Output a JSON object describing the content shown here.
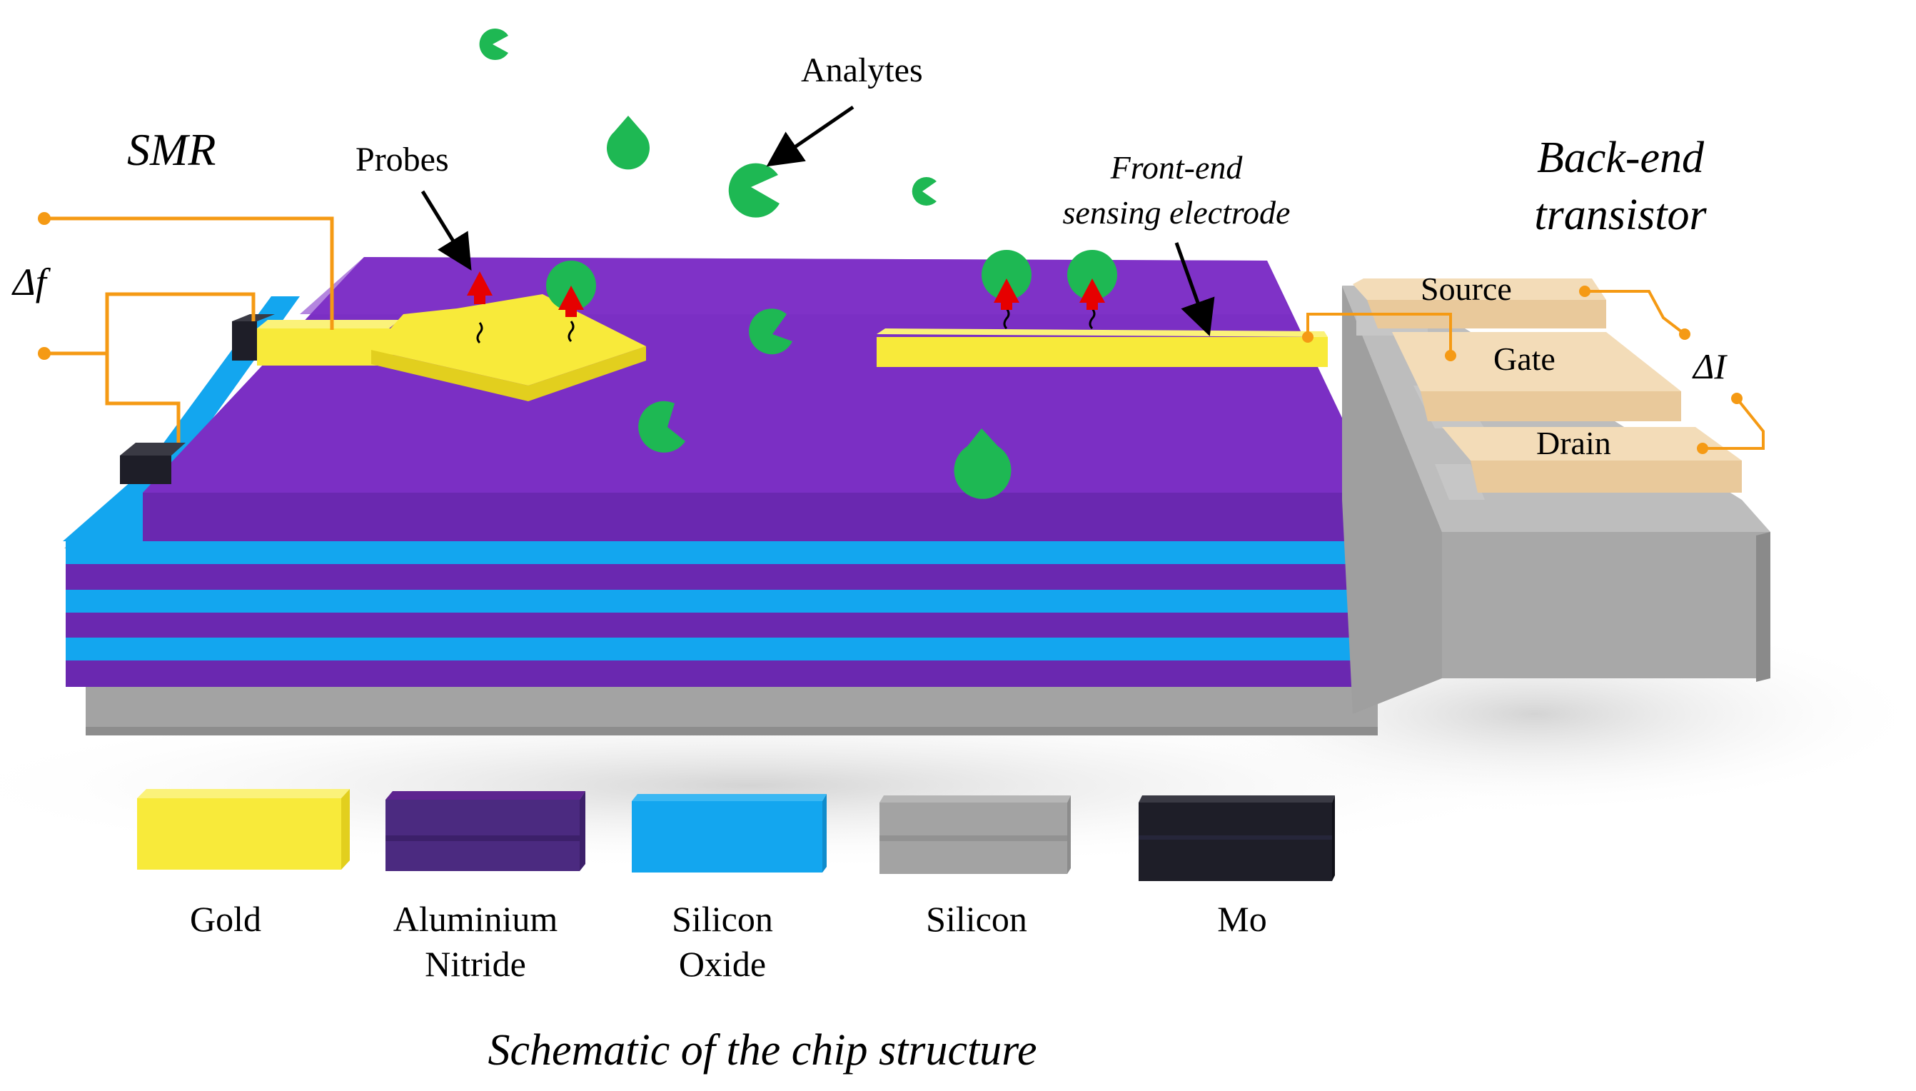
{
  "colors": {
    "gold": "#f8ea3a",
    "aluminium_nitride": "#7b2fc4",
    "silicon_oxide": "#13a6ef",
    "silicon": "#a3a3a3",
    "mo": "#1e1e28",
    "wire": "#f59a14",
    "analyte": "#1eb853",
    "probe": "#e60000",
    "transistor_pad": "#e9c99b"
  },
  "labels": {
    "smr": "SMR",
    "delta_f": "Δf",
    "probes": "Probes",
    "analytes": "Analytes",
    "front_end_line1": "Front-end",
    "front_end_line2": "sensing electrode",
    "back_end_line1": "Back-end",
    "back_end_line2": "transistor",
    "source": "Source",
    "gate": "Gate",
    "drain": "Drain",
    "delta_i": "ΔI"
  },
  "legend": [
    {
      "name": "Gold",
      "line1": "Gold",
      "line2": "",
      "color_key": "gold"
    },
    {
      "name": "Aluminium Nitride",
      "line1": "Aluminium",
      "line2": "Nitride",
      "color_key": "aluminium_nitride"
    },
    {
      "name": "Silicon Oxide",
      "line1": "Silicon",
      "line2": "Oxide",
      "color_key": "silicon_oxide"
    },
    {
      "name": "Silicon",
      "line1": "Silicon",
      "line2": "",
      "color_key": "silicon"
    },
    {
      "name": "Mo",
      "line1": "Mo",
      "line2": "",
      "color_key": "mo"
    }
  ],
  "caption": "Schematic of the chip structure"
}
